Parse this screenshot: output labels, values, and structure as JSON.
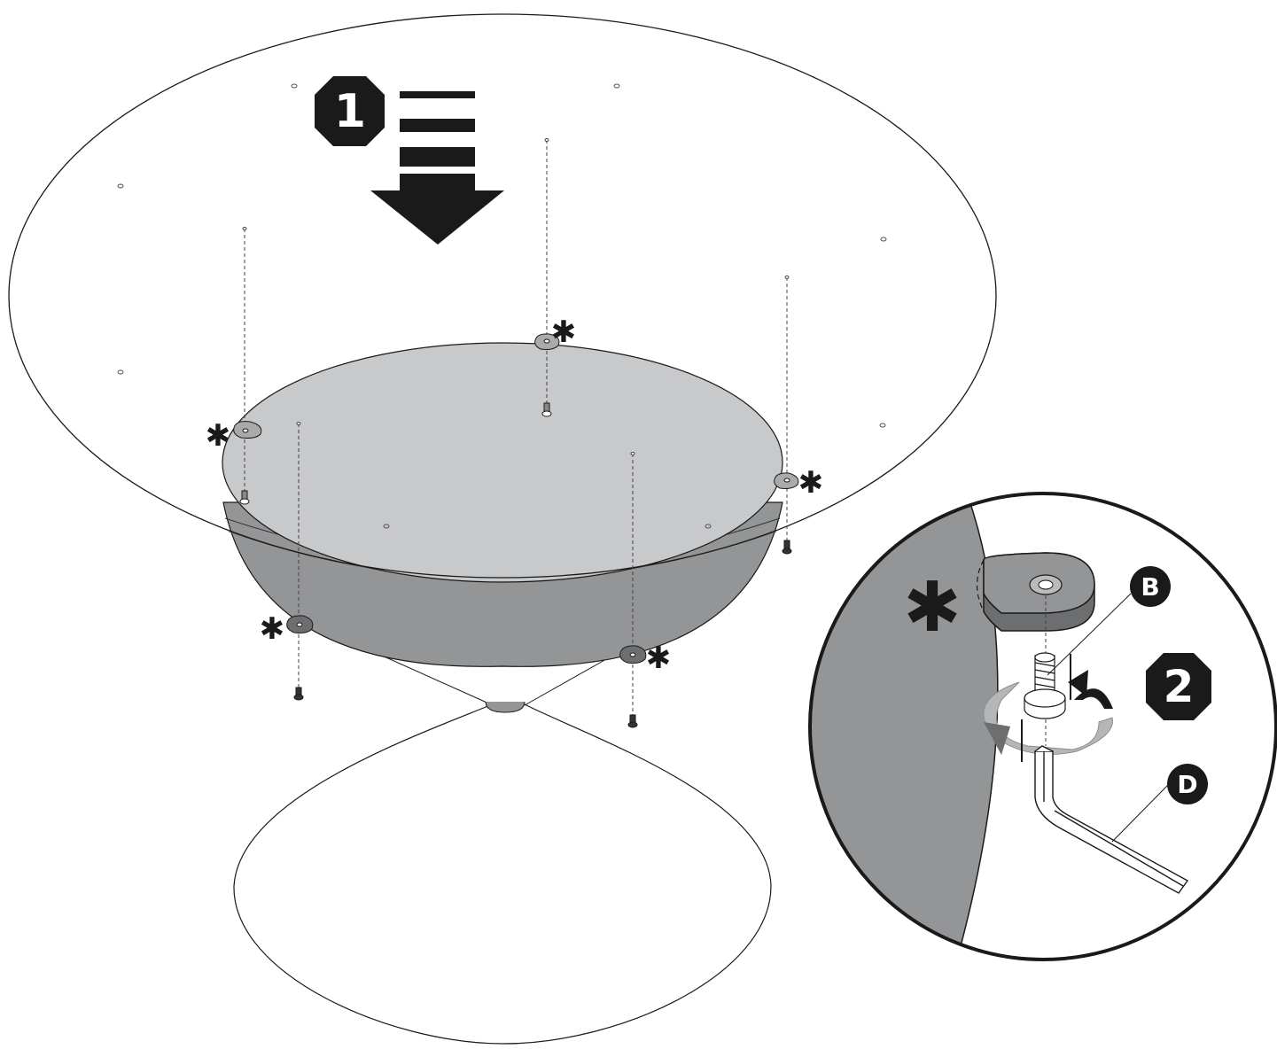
{
  "diagram": {
    "step_badges": {
      "step1": "1",
      "step2": "2"
    },
    "part_labels": {
      "screw": "B",
      "hex_key": "D"
    },
    "marker": "✱",
    "icons": {
      "step1_arrow": "down-arrow-icon",
      "tighten": "rotate-arrow-icon"
    },
    "colors": {
      "line": "#1a1a1a",
      "badge": "#1a1a1a",
      "badge_text": "#ffffff",
      "base_top": "#c8c9cb",
      "base_side": "#939597",
      "detail_panel": "#939597",
      "rotation_arrow": "#b5b6b8"
    }
  }
}
